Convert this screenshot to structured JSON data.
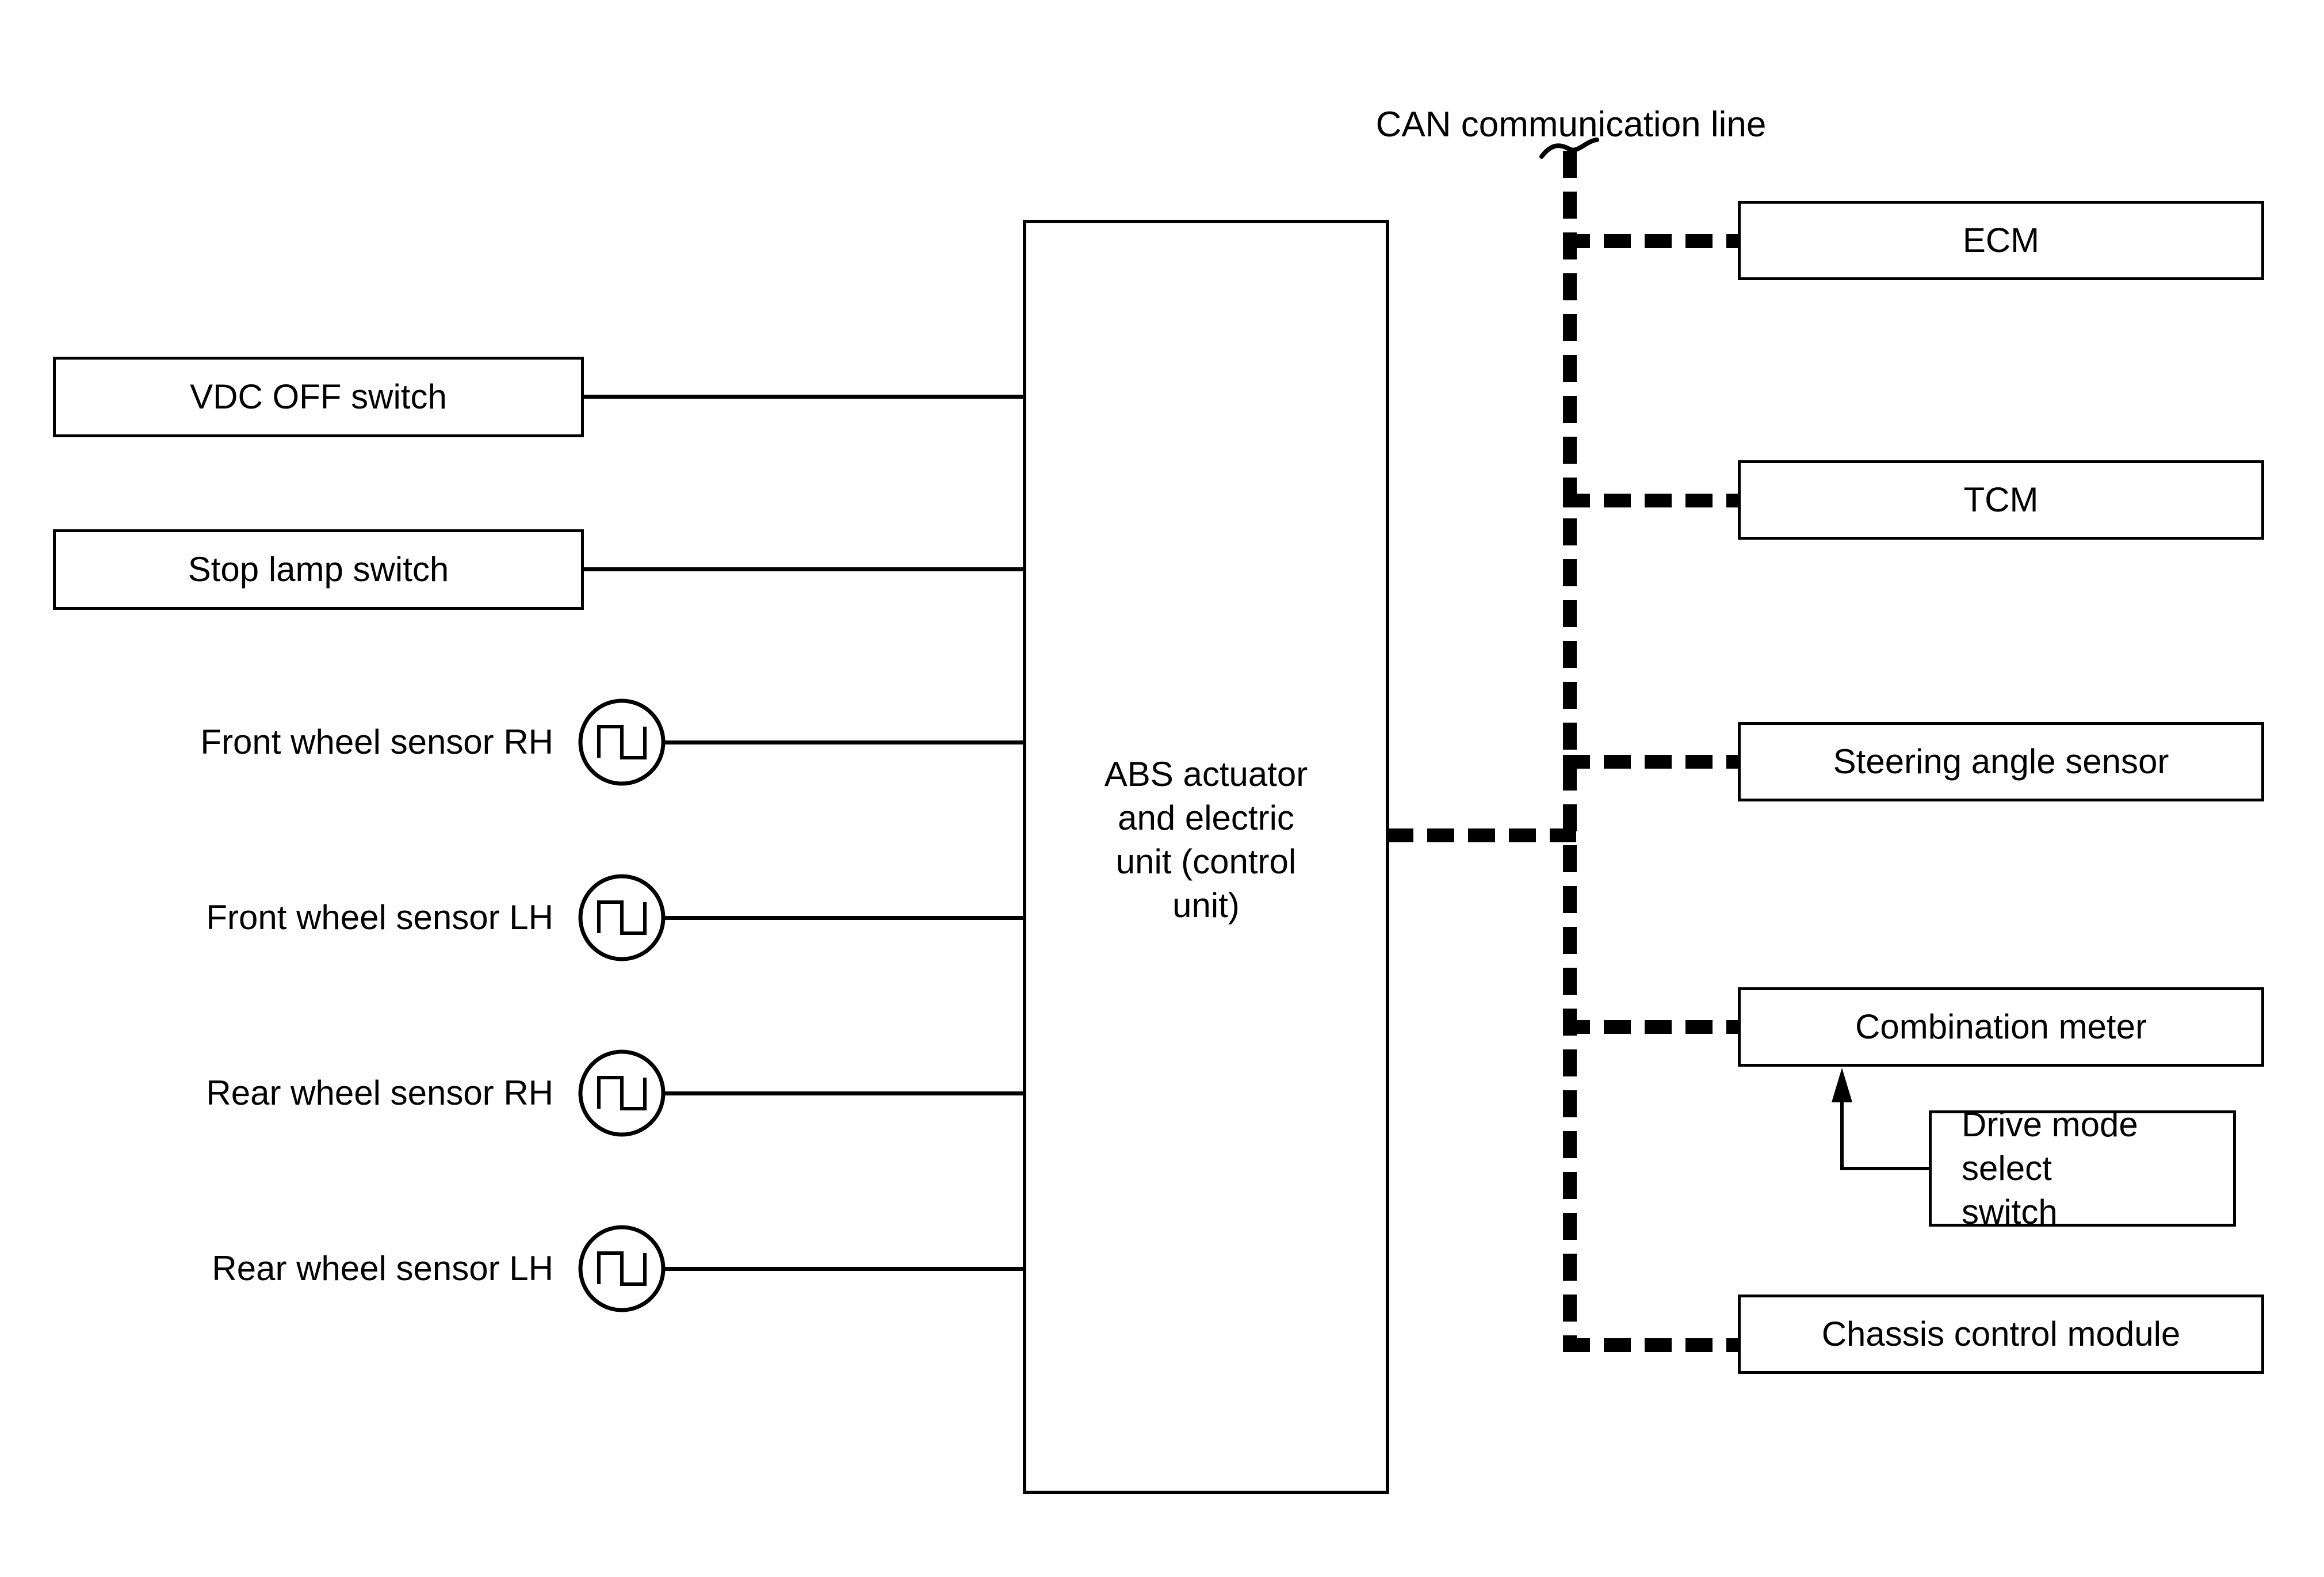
{
  "diagram": {
    "title": "CAN communication line",
    "colors": {
      "ink": "#000000",
      "paper": "#ffffff"
    },
    "central_unit": {
      "label_lines": [
        "ABS actuator",
        "and electric",
        "unit (control",
        "unit)"
      ]
    },
    "switch_inputs": [
      {
        "label": "VDC OFF switch"
      },
      {
        "label": "Stop lamp switch"
      }
    ],
    "wheel_sensors": [
      {
        "label": "Front wheel sensor RH",
        "symbol": "pulse-signal-icon"
      },
      {
        "label": "Front wheel sensor LH",
        "symbol": "pulse-signal-icon"
      },
      {
        "label": "Rear wheel sensor RH",
        "symbol": "pulse-signal-icon"
      },
      {
        "label": "Rear wheel sensor LH",
        "symbol": "pulse-signal-icon"
      }
    ],
    "can_nodes": [
      {
        "label": "ECM"
      },
      {
        "label": "TCM"
      },
      {
        "label": "Steering angle sensor"
      },
      {
        "label": "Combination meter"
      },
      {
        "label": "Chassis control module"
      }
    ],
    "aux_unit": {
      "label_lines": [
        "Drive mode select",
        "switch"
      ],
      "connects_to": "Combination meter"
    }
  }
}
